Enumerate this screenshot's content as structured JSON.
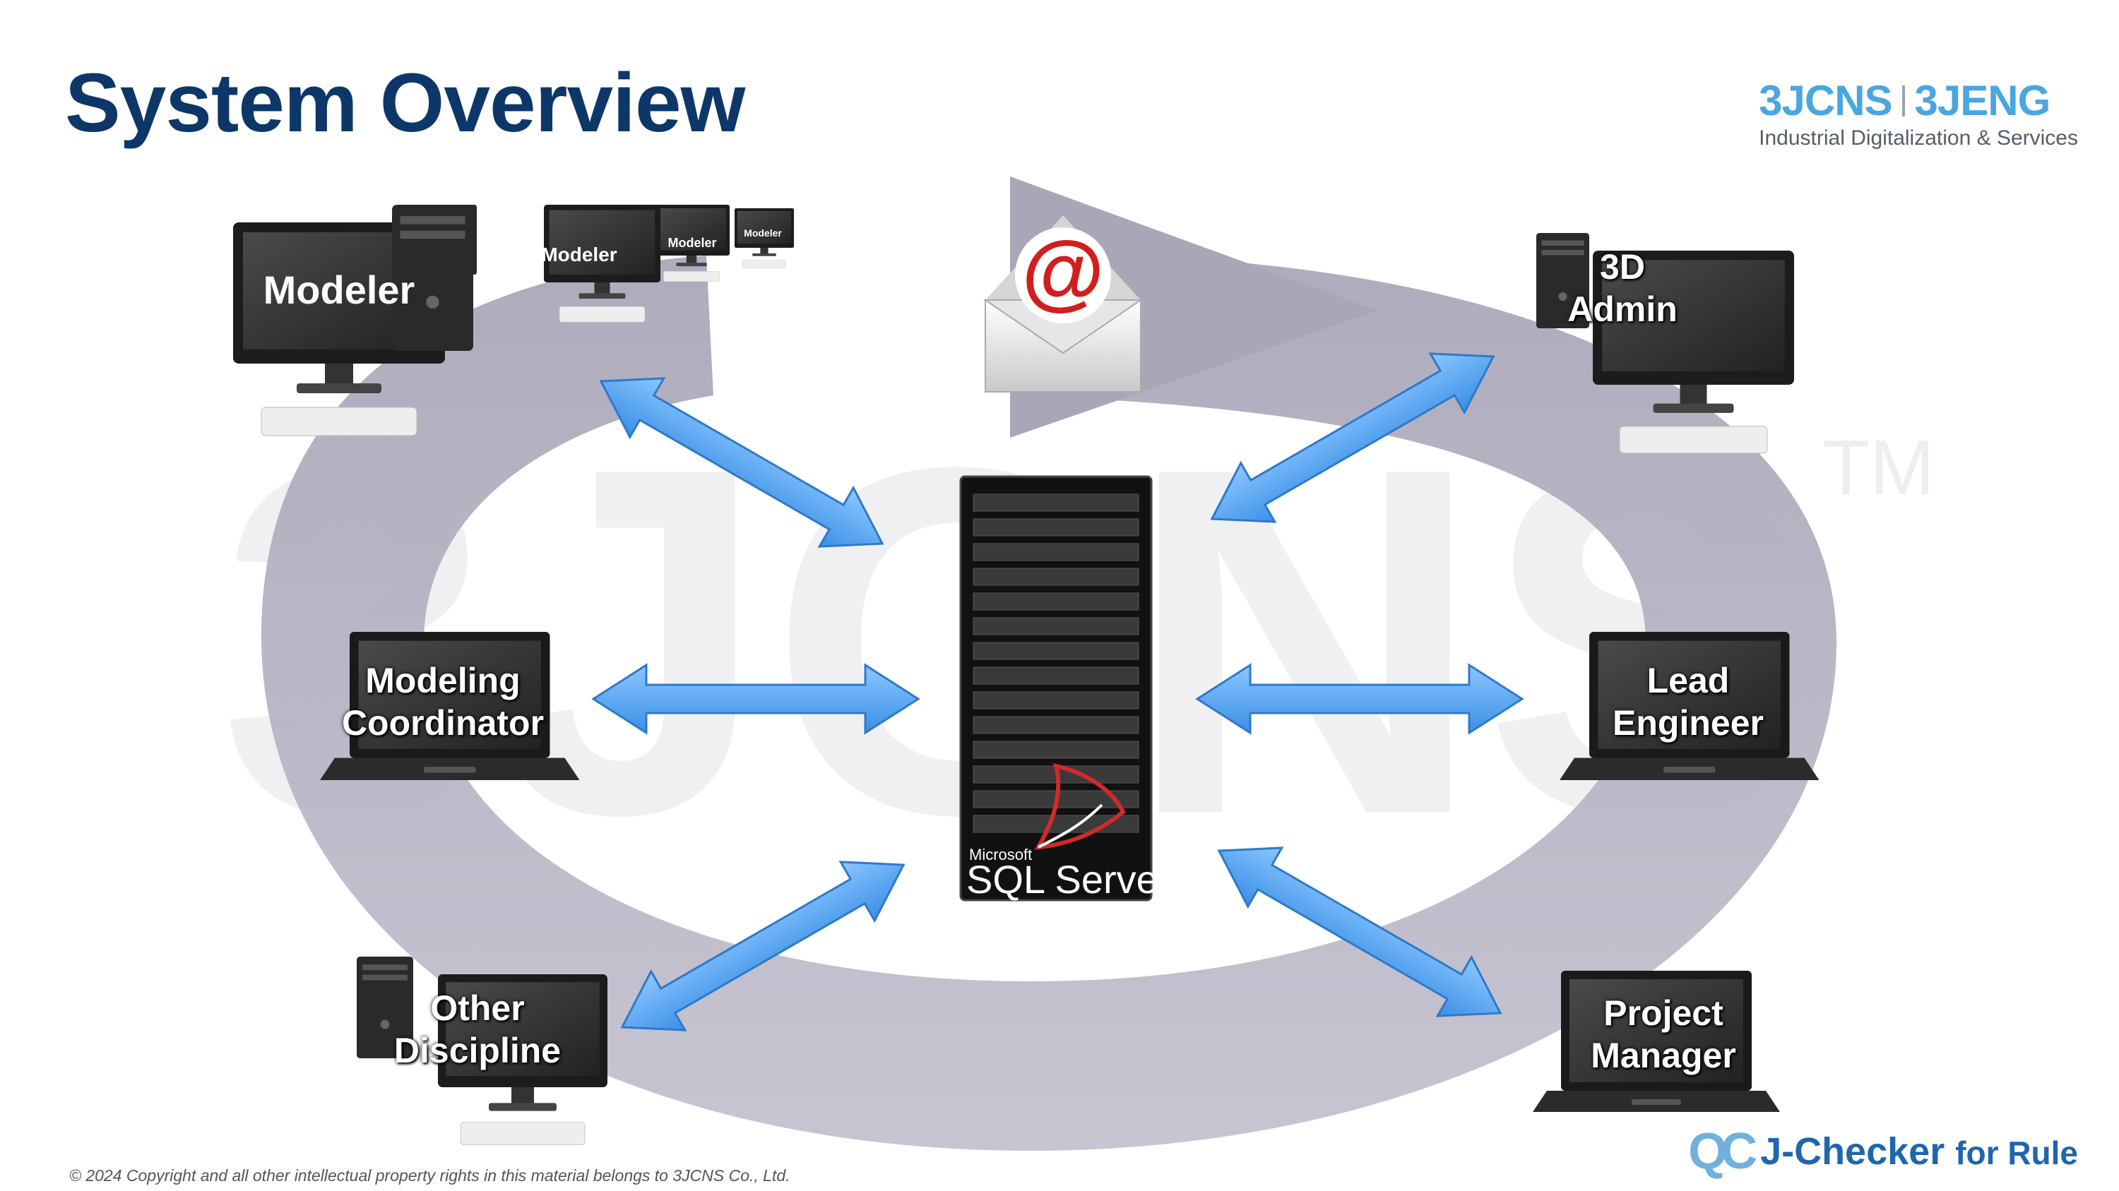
{
  "title": "System Overview",
  "logo": {
    "left": "3JCNS",
    "right": "3JENG",
    "subtitle": "Industrial Digitalization & Services"
  },
  "watermark": {
    "text": "3JCNS",
    "tm": "TM"
  },
  "modeler_screens": [
    "Modeler",
    "Modeler",
    "Modeler",
    "Modeler"
  ],
  "nodes": {
    "admin": [
      "3D",
      "Admin"
    ],
    "coordinator": [
      "Modeling",
      "Coordinator"
    ],
    "lead": [
      "Lead",
      "Engineer"
    ],
    "other": [
      "Other",
      "Discipline"
    ],
    "pm": [
      "Project",
      "Manager"
    ]
  },
  "server": {
    "vendor": "Microsoft",
    "name": "SQL Server"
  },
  "email_symbol": "@",
  "copyright": "© 2024 Copyright and all other intellectual property rights in this material belongs to 3JCNS Co., Ltd.",
  "brand": {
    "mark": "QC",
    "name": "J-Checker",
    "suffix": "for Rule"
  },
  "colors": {
    "title": "#0d3768",
    "accent": "#4aa6e0",
    "ring": "#a9a6b8",
    "arrow": "#4d9ff0"
  },
  "icons": [
    "desktop-computer-icon",
    "laptop-icon",
    "server-tower-icon",
    "email-envelope-icon",
    "double-arrow-icon"
  ]
}
